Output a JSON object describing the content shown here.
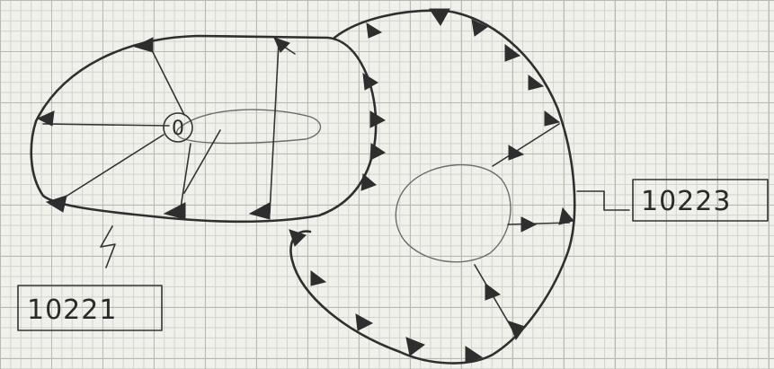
{
  "diagram": {
    "label_left": "10221",
    "label_right": "10223",
    "node_label": "0",
    "ink_color": "#2f2f2f",
    "paper_color": "#f1f1ec"
  }
}
